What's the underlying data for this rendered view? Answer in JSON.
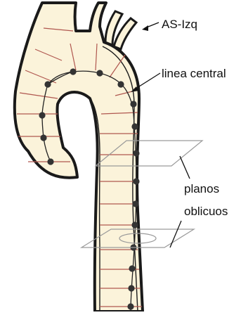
{
  "labels": {
    "branch": "AS-Izq",
    "centerline": "linea central",
    "planes_line1": "planos",
    "planes_line2": "oblicuos"
  },
  "colors": {
    "vessel_fill": "#fbf3da",
    "vessel_outline": "#1a1a1a",
    "ring_line": "#b0574f",
    "centerline": "#222222",
    "node": "#333333",
    "plane": "#9a9a9a",
    "text": "#111111"
  }
}
